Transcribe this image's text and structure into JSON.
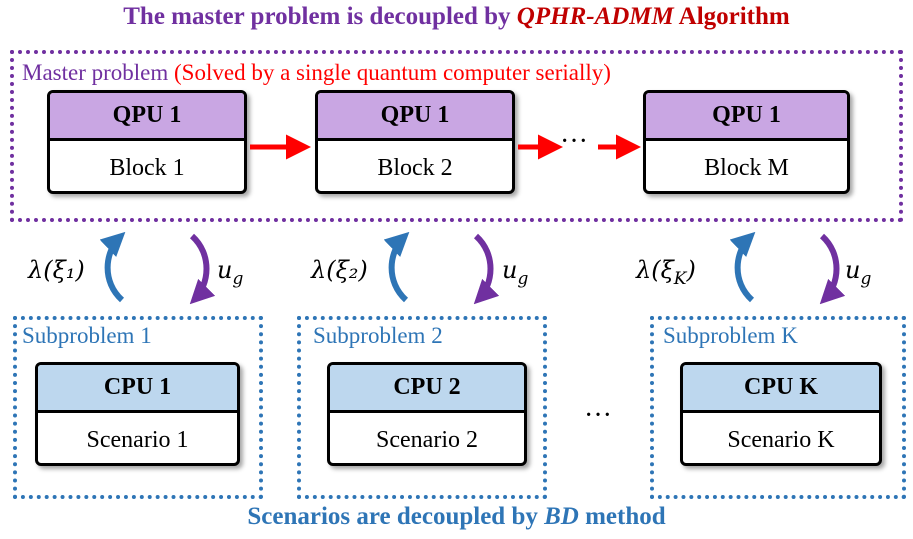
{
  "top_title": {
    "prefix": "The master problem is decoupled by ",
    "algorithm": "QPHR-ADMM",
    "suffix": " Algorithm"
  },
  "master": {
    "label_prefix": "Master problem ",
    "label_note": "(Solved by a single quantum computer serially)",
    "units": [
      {
        "head": "QPU 1",
        "body": "Block 1"
      },
      {
        "head": "QPU 1",
        "body": "Block 2"
      },
      {
        "head": "QPU 1",
        "body": "Block M"
      }
    ],
    "ellipsis": "···"
  },
  "links": [
    {
      "up_label": "λ(ξ₁)",
      "down_label": "u",
      "down_sub": "g"
    },
    {
      "up_label": "λ(ξ₂)",
      "down_label": "u",
      "down_sub": "g"
    },
    {
      "up_label": "λ(ξ",
      "up_sub": "K",
      "up_close": ")",
      "down_label": "u",
      "down_sub": "g"
    }
  ],
  "subproblems": [
    {
      "label": "Subproblem 1",
      "head": "CPU 1",
      "body": "Scenario 1"
    },
    {
      "label": "Subproblem 2",
      "head": "CPU 2",
      "body": "Scenario 2"
    },
    {
      "label": "Subproblem K",
      "head": "CPU K",
      "body": "Scenario K"
    }
  ],
  "sub_ellipsis": "···",
  "bottom_title": {
    "prefix": "Scenarios are decoupled by ",
    "method": "BD",
    "suffix": " method"
  },
  "colors": {
    "purple": "#7030A0",
    "dark_red": "#C00000",
    "red": "#FF0000",
    "blue": "#2E75B6",
    "qpu_fill": "#C9A6E3",
    "cpu_fill": "#BDD7EE"
  }
}
